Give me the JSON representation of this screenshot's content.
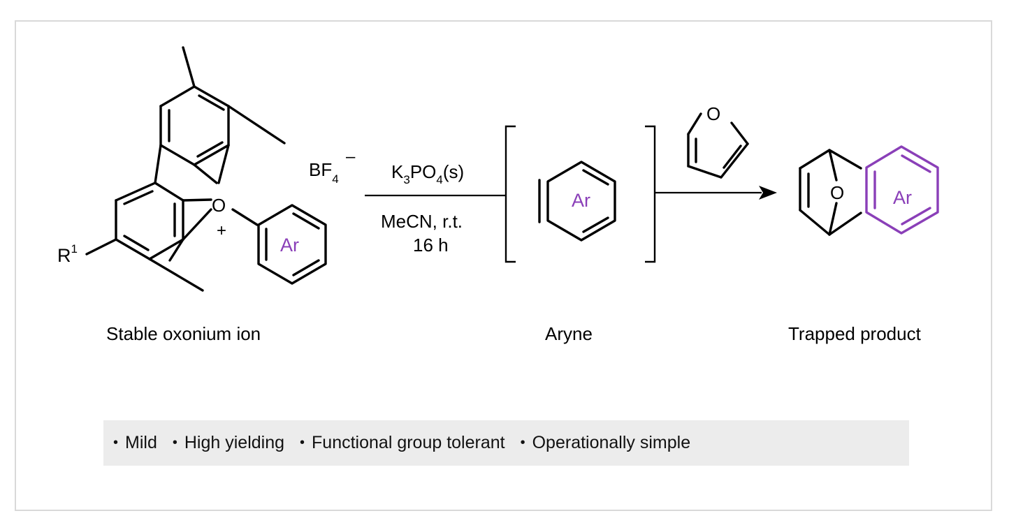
{
  "colors": {
    "accent": "#8a3fb8",
    "frame_border": "#d9d9d9",
    "features_bg": "#ececec"
  },
  "reactant": {
    "caption": "Stable oxonium ion",
    "substituent": "R",
    "substituent_sup": "1",
    "oxygen": "O",
    "charge": "+",
    "aryl": "Ar",
    "counterion_main": "BF",
    "counterion_sub": "4",
    "counterion_sup": "–"
  },
  "conditions": {
    "reagent_main": "K",
    "reagent_sub1": "3",
    "reagent_mid": "PO",
    "reagent_sub2": "4",
    "reagent_end": "(s)",
    "solvent": "MeCN, r.t.",
    "time": "16 h"
  },
  "intermediate": {
    "caption": "Aryne",
    "aryl": "Ar"
  },
  "trap": {
    "oxygen": "O"
  },
  "product": {
    "caption": "Trapped product",
    "oxygen": "O",
    "aryl": "Ar"
  },
  "features": [
    {
      "bullet": "•",
      "label": "Mild"
    },
    {
      "bullet": "•",
      "label": "High yielding"
    },
    {
      "bullet": "•",
      "label": "Functional group tolerant"
    },
    {
      "bullet": "•",
      "label": "Operationally simple"
    }
  ]
}
